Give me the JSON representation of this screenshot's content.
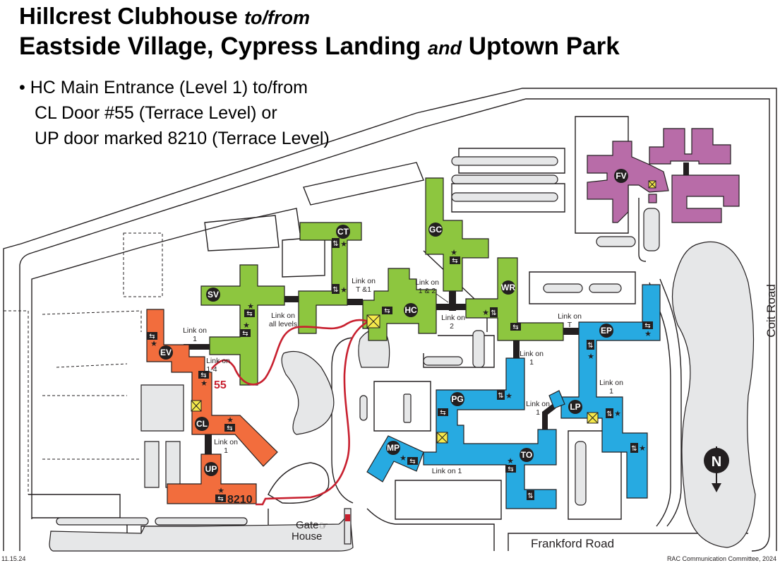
{
  "header": {
    "title_part1": "Hillcrest Clubhouse",
    "title_part1_connector": "to/from",
    "title_part2": "Eastside Village, Cypress Landing",
    "title_part2_connector": "and",
    "title_part3": "Uptown Park"
  },
  "directions": {
    "bullet": "•",
    "lines": [
      "HC Main Entrance (Level 1) to/from",
      "CL Door #55 (Terrace Level) or",
      "UP door marked 8210 (Terrace Level)"
    ]
  },
  "buildings": {
    "sv": "SV",
    "ct": "CT",
    "gc": "GC",
    "hc": "HC",
    "wr": "WR",
    "fv": "FV",
    "ev": "EV",
    "cl": "CL",
    "up": "UP",
    "pg": "PG",
    "mp": "MP",
    "to": "TO",
    "lp": "LP",
    "ep": "EP"
  },
  "links": {
    "ev_sv": [
      "Link on",
      "1"
    ],
    "ev_cl": [
      "Link on",
      "1-4"
    ],
    "sv_ct": [
      "Link on",
      "all levels"
    ],
    "ct_hc": [
      "Link on",
      "T &1"
    ],
    "hc_gc": [
      "Link on",
      "1 & 2"
    ],
    "hc_wr": [
      "Link on",
      "2"
    ],
    "wr_ep": [
      "Link on",
      "T"
    ],
    "wr_pg": [
      "Link on",
      "1"
    ],
    "cl_up": [
      "Link on",
      "1"
    ],
    "to_lp": [
      "Link on",
      "1"
    ],
    "ep_lp": [
      "Link on",
      "1"
    ],
    "mp_to": "Link on 1"
  },
  "doors": {
    "cl": "55",
    "up": "8210"
  },
  "roads": {
    "east": "Coit Road",
    "south": "Frankford Road"
  },
  "gate_house": [
    "Gate",
    "House"
  ],
  "compass": "N",
  "footer": {
    "date": "11.15.24",
    "credit": "RAC Communication Committee, 2024"
  },
  "colors": {
    "clubhouse_group": "#8dc63f",
    "destination_group": "#f26d3d",
    "south_group": "#27aae1",
    "fv_group": "#b86ca8",
    "route": "#c8202f",
    "entrance": "#f5e94b"
  }
}
